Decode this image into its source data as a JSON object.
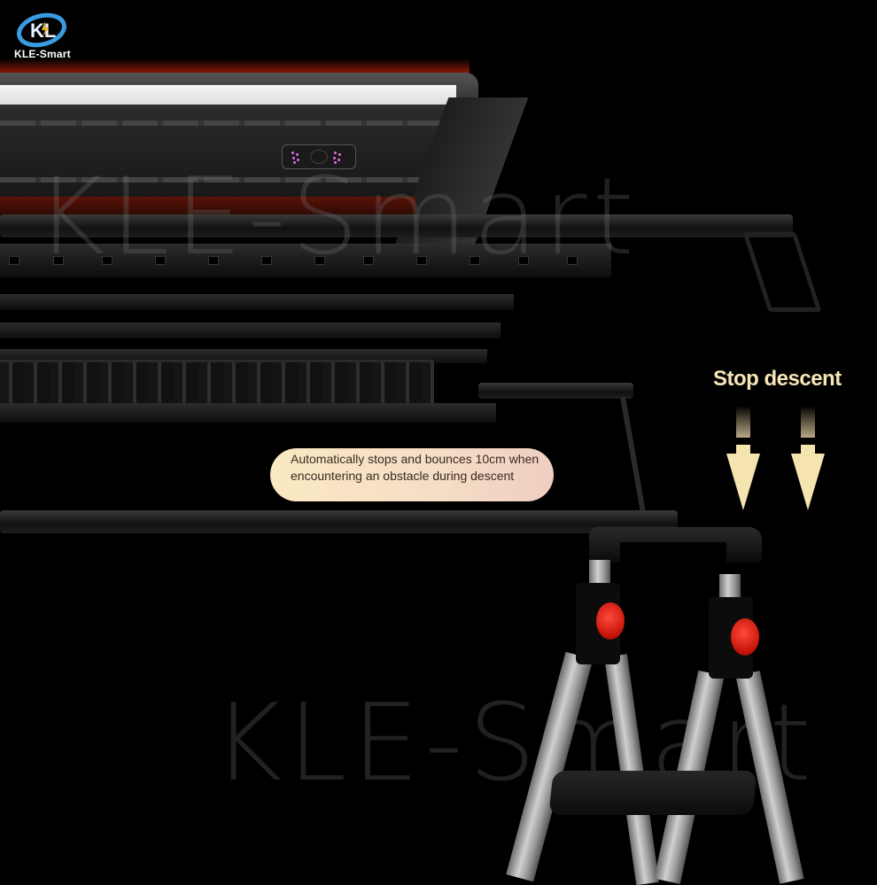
{
  "brand": {
    "logo_text": "KLE-Smart",
    "logo_initials": "KL",
    "logo_colors": {
      "ring": "#3a9be0",
      "bolt": "#f5b321"
    }
  },
  "watermarks": [
    {
      "text": "KLE-Smart",
      "position": "upper"
    },
    {
      "text": "KLE-Smart",
      "position": "lower"
    }
  ],
  "callout": {
    "text": "Automatically stops and bounces 10cm when encountering an obstacle during descent"
  },
  "stop_label": "Stop descent",
  "arrows": [
    {
      "name": "down-arrow-left",
      "direction": "down"
    },
    {
      "name": "down-arrow-right",
      "direction": "down"
    }
  ],
  "product": {
    "type": "smart clothes drying rack",
    "obstacle": "step ladder",
    "indicator_color": "#e36be8",
    "accent_colors": {
      "text": "#f6e6b6",
      "knob": "#d41a0c",
      "glow": "#8a1a08"
    }
  }
}
